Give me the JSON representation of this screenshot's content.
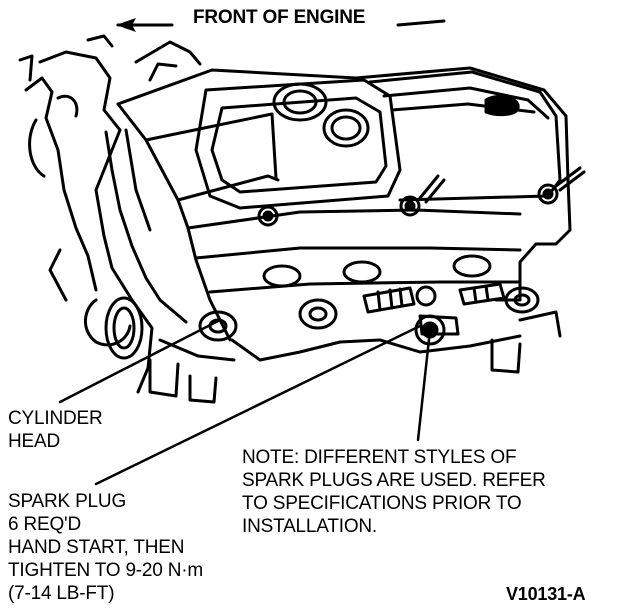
{
  "header": {
    "front_label": "FRONT OF ENGINE"
  },
  "callouts": {
    "cylinder_head": [
      "CYLINDER",
      "HEAD"
    ],
    "spark_plug": [
      "SPARK PLUG",
      "6 REQ'D",
      "HAND START, THEN",
      "TIGHTEN TO 9-20 N·m",
      "(7-14 LB-FT)"
    ],
    "note": [
      "NOTE: DIFFERENT STYLES OF",
      "SPARK PLUGS ARE USED. REFER",
      "TO SPECIFICATIONS PRIOR TO",
      "INSTALLATION."
    ]
  },
  "figure": {
    "id": "V10131-A"
  },
  "colors": {
    "ink": "#000000",
    "paper": "#ffffff"
  }
}
